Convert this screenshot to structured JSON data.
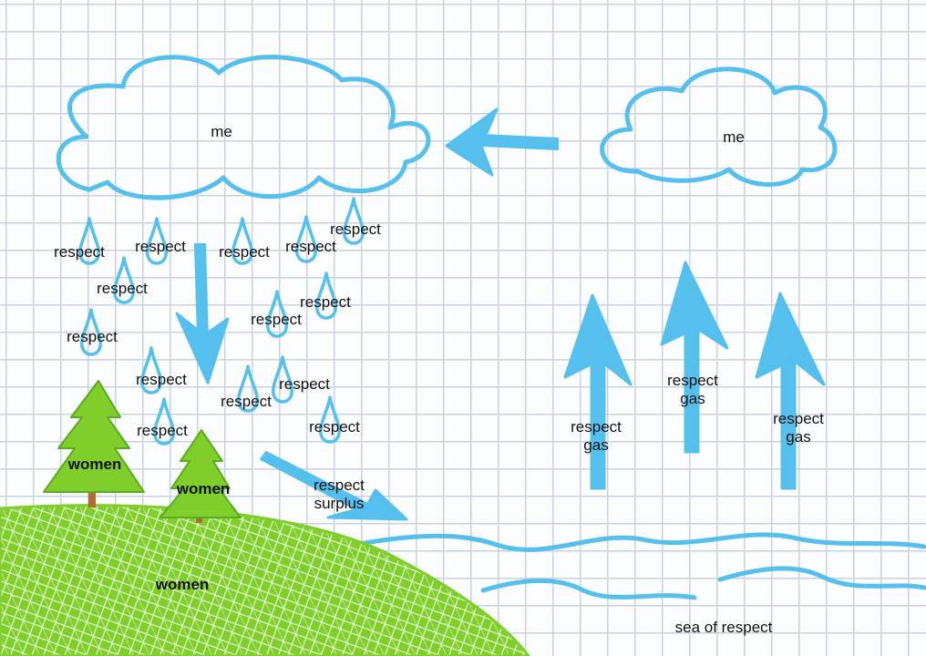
{
  "clouds": {
    "left_label": "me",
    "right_label": "me"
  },
  "rain": {
    "drop_label": "respect"
  },
  "trees": {
    "left_label": "women",
    "right_label": "women"
  },
  "hill": {
    "label": "women"
  },
  "surplus": {
    "line1": "respect",
    "line2": "surplus"
  },
  "evaporation": {
    "line1": "respect",
    "line2": "gas"
  },
  "sea": {
    "label": "sea of respect"
  },
  "colors": {
    "blue": "#55bfee",
    "green": "#7fce2a",
    "dark_green": "#5aab1e",
    "trunk": "#b46a2c",
    "grid": "#c9d3df"
  }
}
